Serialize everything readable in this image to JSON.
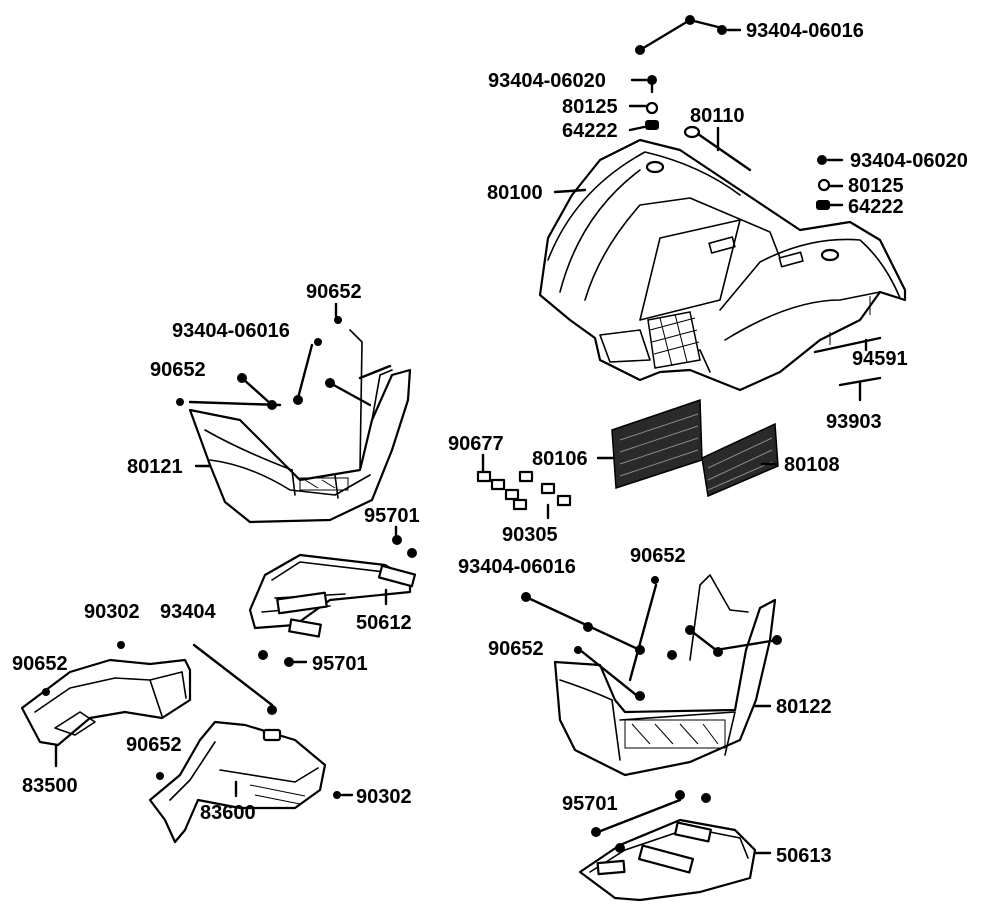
{
  "diagram": {
    "callouts": {
      "c_93404_06016_top": "93404-06016",
      "c_93404_06020_a": "93404-06020",
      "c_80125_a": "80125",
      "c_64222_a": "64222",
      "c_80110": "80110",
      "c_80100": "80100",
      "c_93404_06020_b": "93404-06020",
      "c_80125_b": "80125",
      "c_64222_b": "64222",
      "c_94591": "94591",
      "c_93903": "93903",
      "c_90652_a": "90652",
      "c_93404_06016_b": "93404-06016",
      "c_90652_b": "90652",
      "c_80121": "80121",
      "c_90677": "90677",
      "c_80106": "80106",
      "c_80108": "80108",
      "c_90305": "90305",
      "c_95701_a": "95701",
      "c_50612": "50612",
      "c_95701_b": "95701",
      "c_90302_a": "90302",
      "c_93404": "93404",
      "c_90652_c": "90652",
      "c_83500": "83500",
      "c_90652_d": "90652",
      "c_83600": "83600",
      "c_90302_b": "90302",
      "c_93404_06016_c": "93404-06016",
      "c_90652_e": "90652",
      "c_90652_f": "90652",
      "c_80122": "80122",
      "c_95701_c": "95701",
      "c_50613": "50613"
    }
  }
}
